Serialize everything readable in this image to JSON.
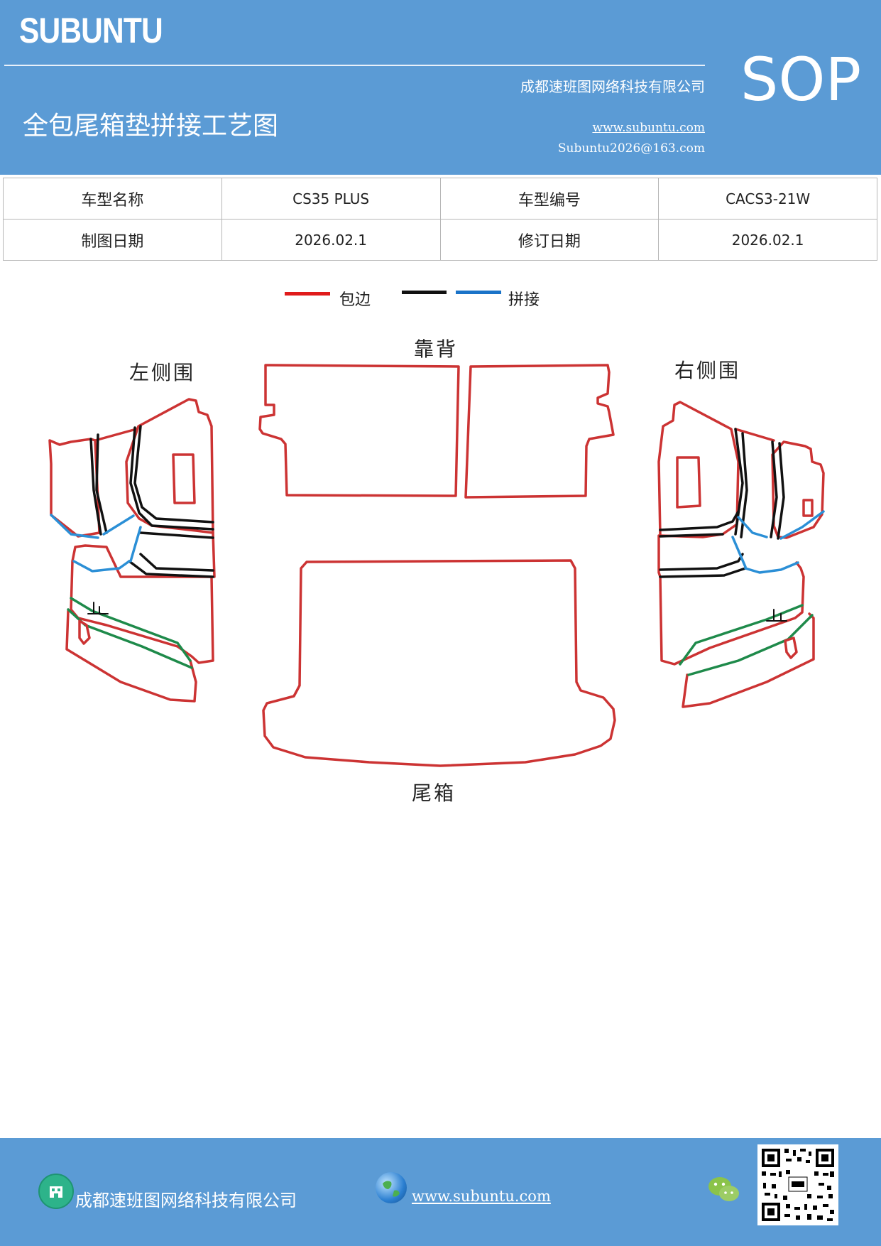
{
  "header": {
    "brand": "SUBUNTU",
    "company": "成都速班图网络科技有限公司",
    "title": "全包尾箱垫拼接工艺图",
    "website": "www.subuntu.com",
    "email": "Subuntu2026@163.com",
    "doc_type": "SOP"
  },
  "info_table": {
    "rows": [
      {
        "label1": "车型名称",
        "value1": "CS35 PLUS",
        "label2": "车型编号",
        "value2": "CACS3-21W"
      },
      {
        "label1": "制图日期",
        "value1": "2026.02.1",
        "label2": "修订日期",
        "value2": "2026.02.1"
      }
    ]
  },
  "legend": {
    "items": [
      {
        "label": "包边",
        "color": "#e01b1b"
      },
      {
        "label": "",
        "color": "#111111"
      },
      {
        "label": "拼接",
        "color": "#1a73c8"
      }
    ]
  },
  "diagram": {
    "labels": {
      "left_side": "左侧围",
      "backrest": "靠背",
      "right_side": "右侧围",
      "trunk": "尾箱"
    },
    "colors": {
      "edge": "#cc3333",
      "seam": "#111111",
      "join": "#2b8fd6",
      "green": "#1e8a4a"
    }
  },
  "footer": {
    "company": "成都速班图网络科技有限公司",
    "website": "www.subuntu.com",
    "icons": [
      "building-icon",
      "globe-icon",
      "wechat-icon",
      "qr-code"
    ]
  }
}
